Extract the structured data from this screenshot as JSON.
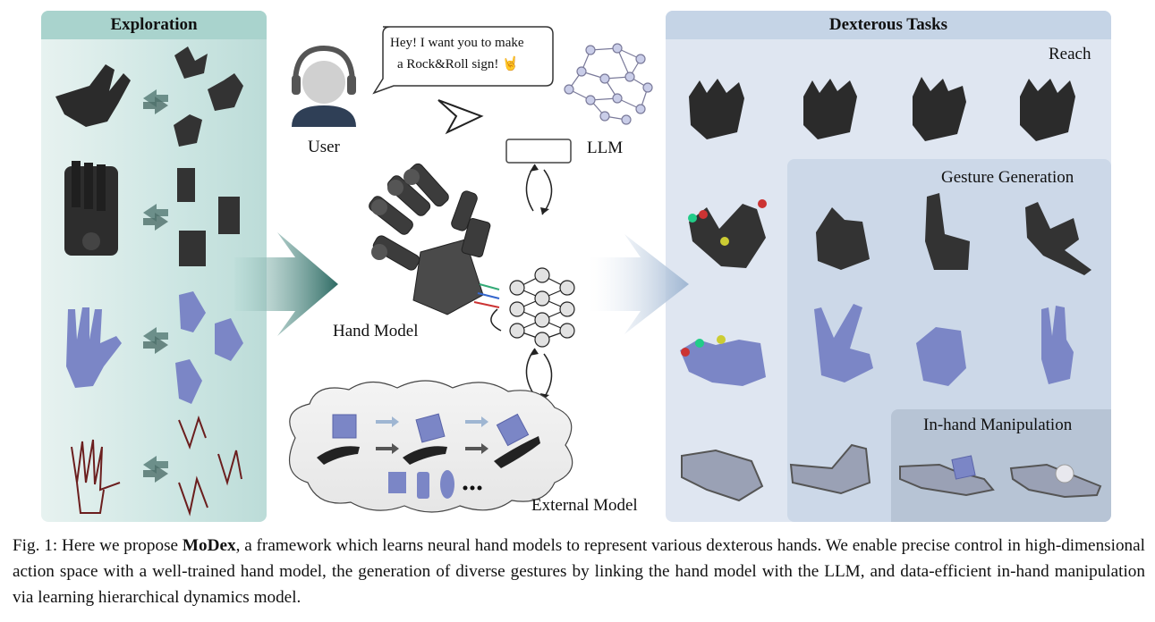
{
  "panels": {
    "exploration_title": "Exploration",
    "dexterous_tasks_title": "Dexterous Tasks",
    "reach_label": "Reach",
    "gesture_label": "Gesture Generation",
    "inhand_label": "In-hand Manipulation"
  },
  "center": {
    "speech_line1": "Hey! I want you to make",
    "speech_line2": "a Rock&Roll sign! 🤘",
    "user_label": "User",
    "llm_label": "LLM",
    "hand_model_label": "Hand Model",
    "external_model_label": "External Model"
  },
  "caption": {
    "prefix": "Fig. 1: Here we propose ",
    "name": "MoDex",
    "rest": ", a framework which learns neural hand models to represent various dexterous hands. We enable precise control in high-dimensional action space with a well-trained hand model, the generation of diverse gestures by linking the hand model with the LLM, and data-efficient in-hand manipulation via learning hierarchical dynamics model."
  },
  "colors": {
    "exploration_header": "#a9d3cd",
    "tasks_header": "#c5d4e6",
    "teal_arrow": "#2f6b64",
    "blue_arrow": "#9fb6d2",
    "blue_hand": "#7b86c6",
    "dark_hand": "#2b2b2b"
  }
}
